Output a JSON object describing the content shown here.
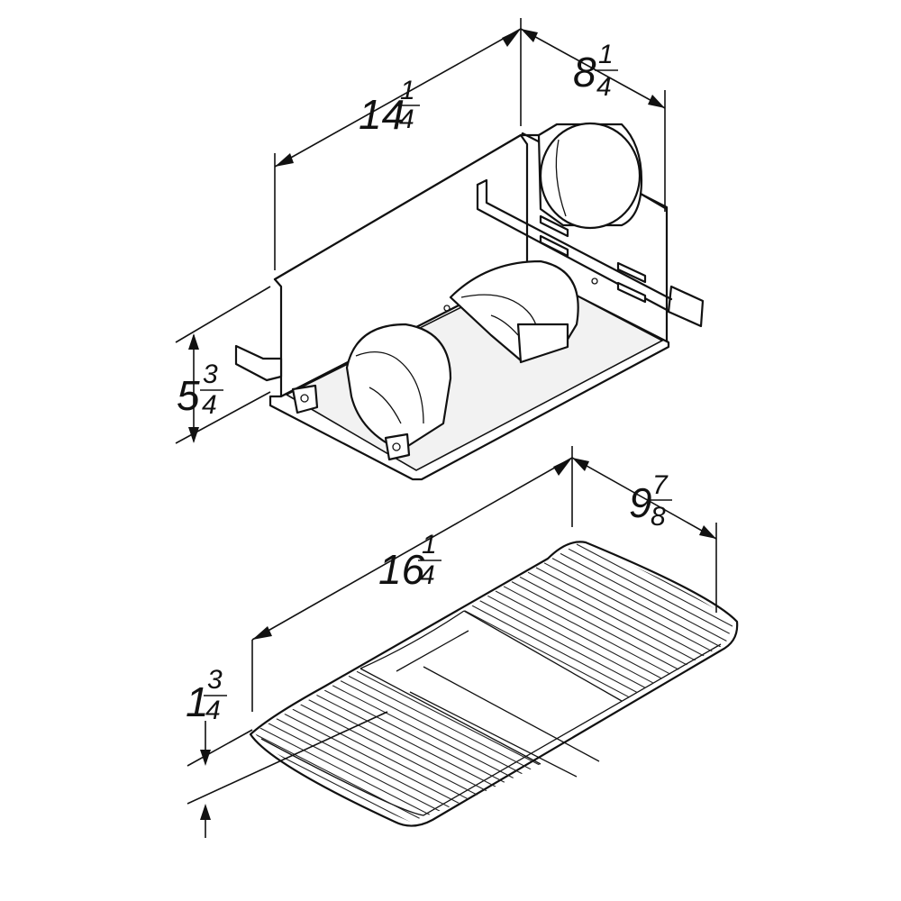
{
  "housing": {
    "length": {
      "whole": "14",
      "numerator": "1",
      "denominator": "4"
    },
    "depth": {
      "whole": "8",
      "numerator": "1",
      "denominator": "4"
    },
    "height": {
      "whole": "5",
      "numerator": "3",
      "denominator": "4"
    }
  },
  "grille": {
    "length": {
      "whole": "16",
      "numerator": "1",
      "denominator": "4"
    },
    "depth": {
      "whole": "9",
      "numerator": "7",
      "denominator": "8"
    },
    "height": {
      "whole": "1",
      "numerator": "3",
      "denominator": "4"
    }
  }
}
